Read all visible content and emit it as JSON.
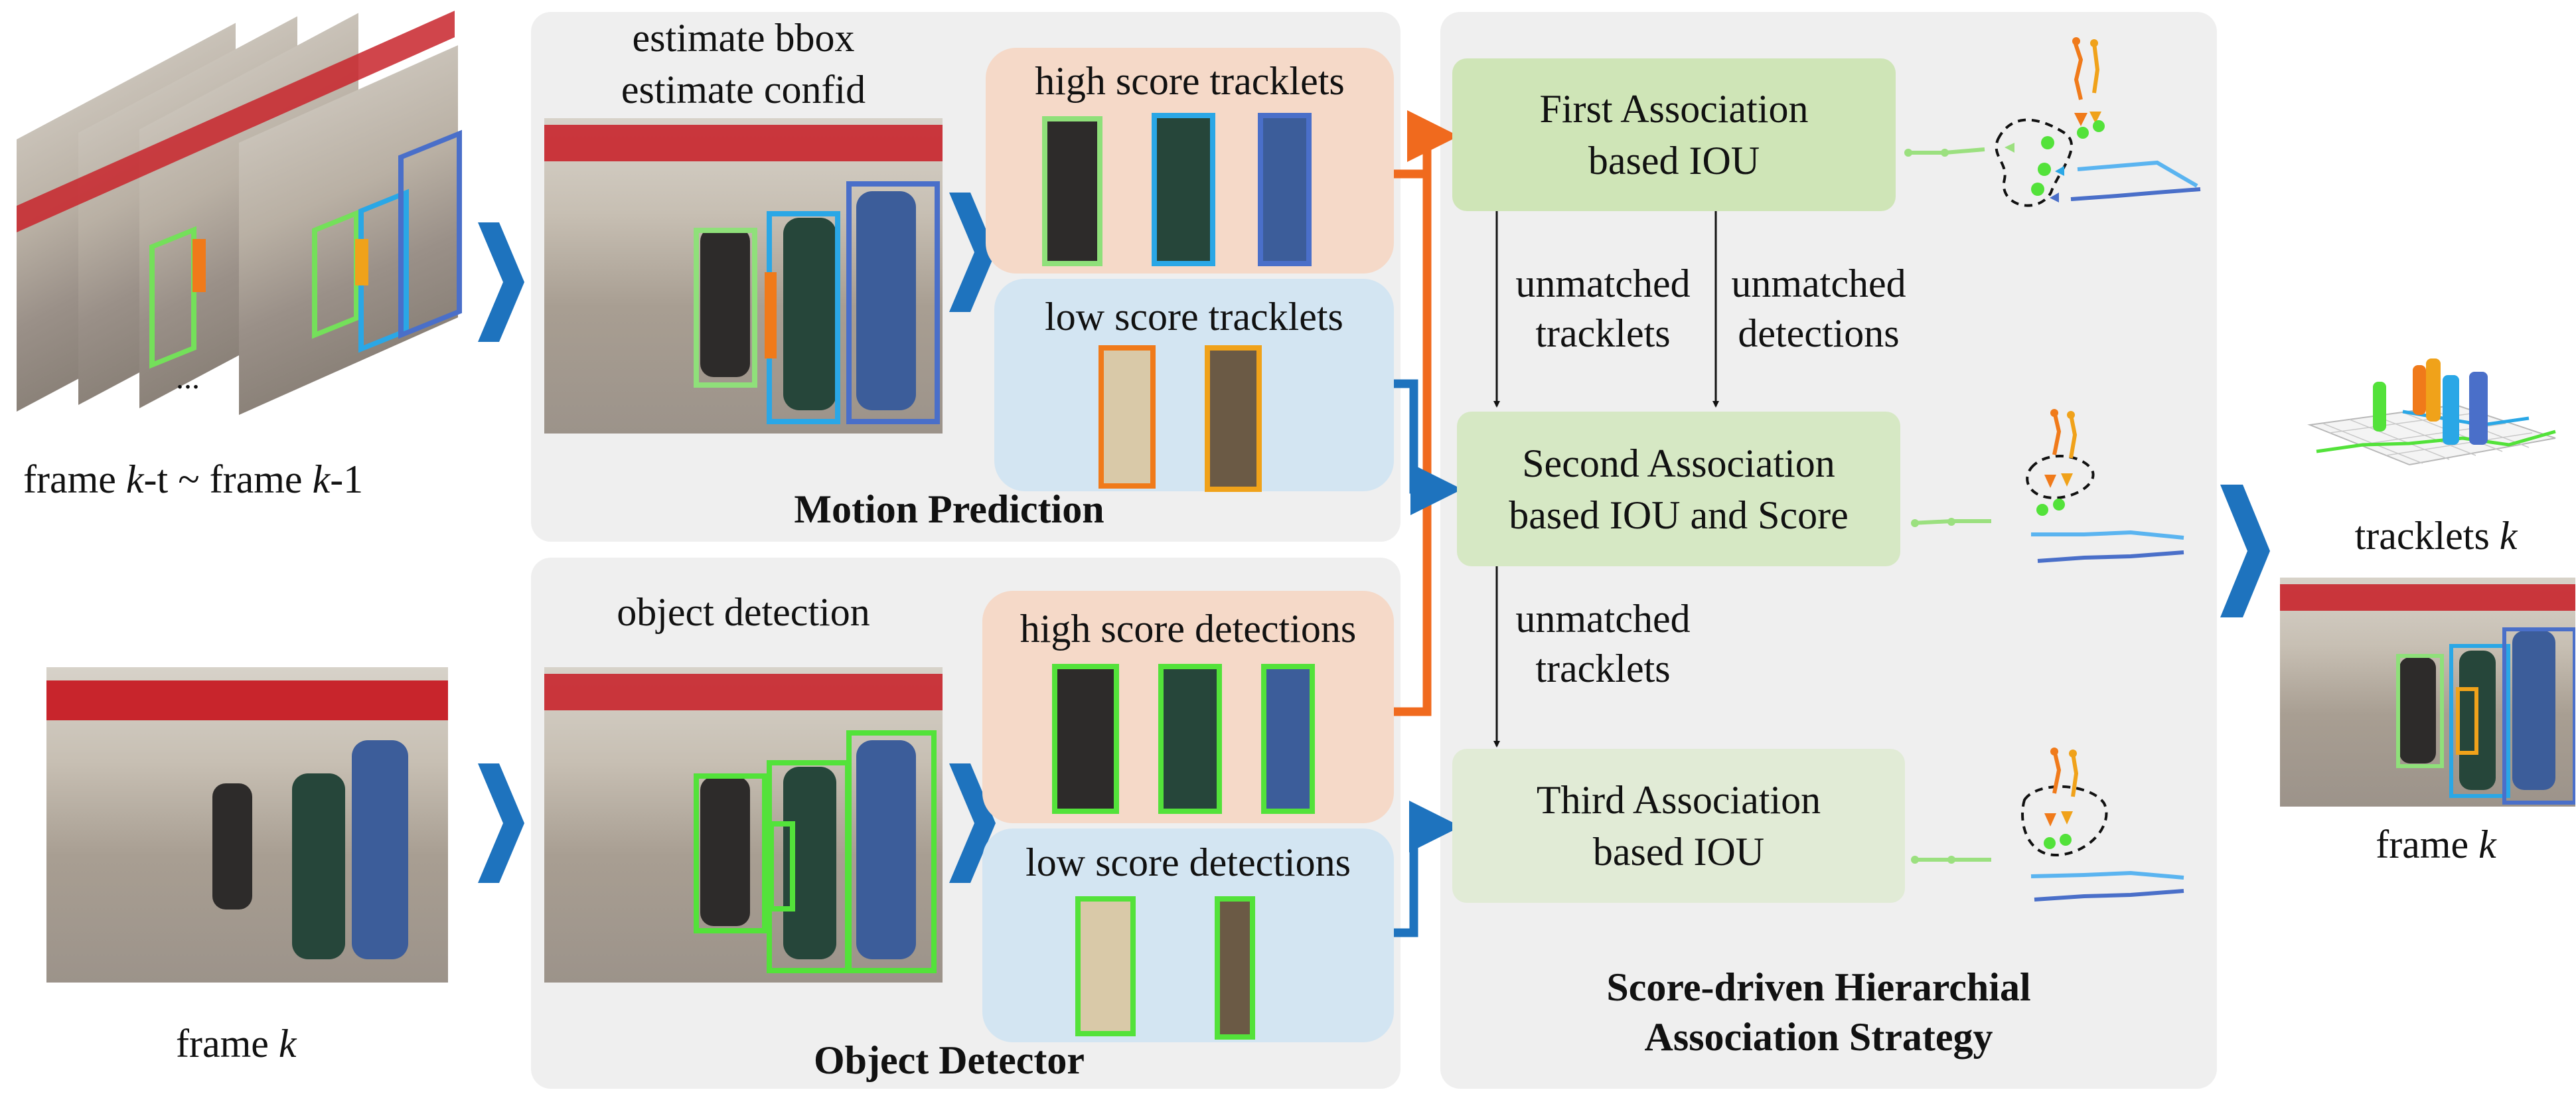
{
  "input": {
    "frames_label_prefix": "frame ",
    "frames_label_k1": "k",
    "frames_label_mid": "-t ~ frame ",
    "frames_label_k2": "k",
    "frames_label_suffix": "-1",
    "ellipsis": "...",
    "current_label_prefix": "frame ",
    "current_label_k": "k"
  },
  "motion_prediction": {
    "title": "Motion Prediction",
    "caption_line1": "estimate bbox",
    "caption_line2": "estimate confid",
    "high_label": "high score tracklets",
    "low_label": "low score tracklets"
  },
  "object_detector": {
    "title": "Object Detector",
    "caption": "object detection",
    "high_label": "high score detections",
    "low_label": "low score detections"
  },
  "association": {
    "title_line1": "Score-driven Hierarchial",
    "title_line2": "Association Strategy",
    "first_line1": "First Association",
    "first_line2": "based IOU",
    "second_line1": "Second Association",
    "second_line2": "based IOU and Score",
    "third_line1": "Third Association",
    "third_line2": "based IOU",
    "unmatched_tracklets_1_line1": "unmatched",
    "unmatched_tracklets_1_line2": "tracklets",
    "unmatched_detections_line1": "unmatched",
    "unmatched_detections_line2": "detections",
    "unmatched_tracklets_2_line1": "unmatched",
    "unmatched_tracklets_2_line2": "tracklets"
  },
  "output": {
    "tracklets_label_prefix": "tracklets ",
    "tracklets_label_k": "k",
    "frame_label_prefix": "frame ",
    "frame_label_k": "k"
  },
  "colors": {
    "panel": "#efefef",
    "high_box": "#f5d9c8",
    "low_box": "#d3e5f2",
    "assoc_first": "#cfe5b7",
    "assoc_second": "#d6e8c4",
    "assoc_third": "#e1ebd6",
    "chevron": "#1e73be",
    "arrow_orange": "#f06a1e",
    "arrow_blue": "#1e73be",
    "det_green": "#53e23a",
    "trk_blue": "#2aa7e6",
    "trk_orange": "#f07a1a"
  }
}
